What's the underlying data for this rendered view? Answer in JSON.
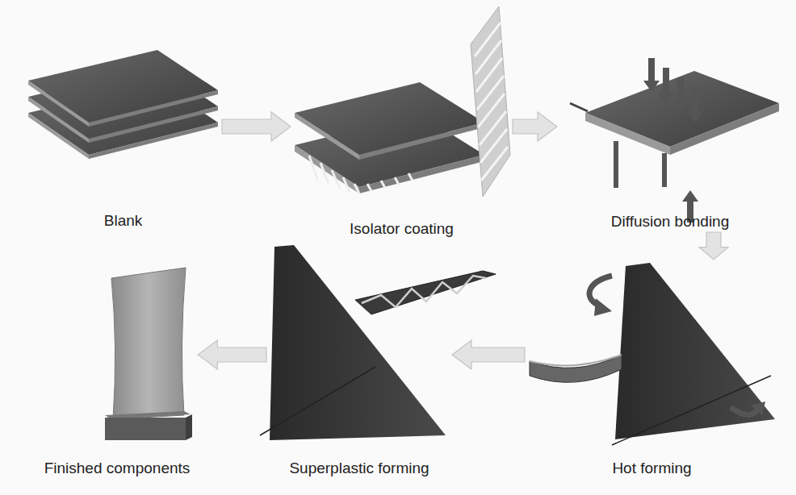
{
  "diagram": {
    "nodes": [
      {
        "text": [
          "Blank"
        ]
      },
      {
        "text": [
          "Isolator coating"
        ]
      },
      {
        "text": [
          "Diffusion bonding"
        ]
      },
      {
        "text": [
          "Hot forming"
        ]
      },
      {
        "text": [
          "Superplastic forming"
        ]
      },
      {
        "text": [
          "Finished components"
        ]
      }
    ],
    "edges": [
      {
        "from": 0,
        "to": 1,
        "arrow": "to"
      },
      {
        "from": 1,
        "to": 2,
        "arrow": "to"
      },
      {
        "from": 2,
        "to": 3,
        "arrow": "to"
      },
      {
        "from": 3,
        "to": 4,
        "arrow": "to"
      },
      {
        "from": 4,
        "to": 5,
        "arrow": "to"
      }
    ]
  }
}
